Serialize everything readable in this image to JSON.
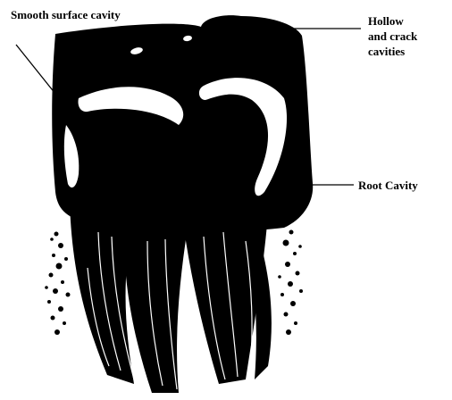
{
  "labels": {
    "smooth_surface": "Smooth surface cavity",
    "hollow_line1": "Hollow",
    "hollow_line2": "and crack",
    "hollow_line3": "cavities",
    "root": "Root Cavity"
  },
  "colors": {
    "ink": "#000000",
    "paper": "#ffffff"
  }
}
